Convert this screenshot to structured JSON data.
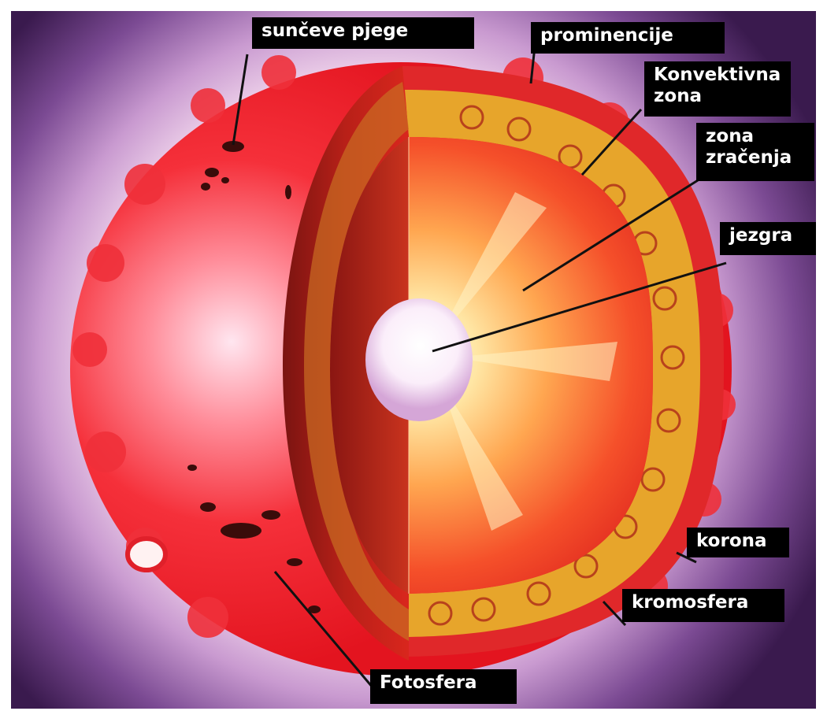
{
  "labels": {
    "sunspots": "sunčeve pjege",
    "prominences": "prominencije",
    "convective_zone": "Konvektivna\nzona",
    "radiative_zone": "zona\nzračenja",
    "core": "jezgra",
    "corona": "korona",
    "chromosphere": "kromosfera",
    "photosphere": "Fotosfera"
  },
  "colors": {
    "background_outer": "#3a1a4e",
    "glow": "#f3c8e6",
    "sun_red": "#f0202a",
    "cut_face_red": "#9e1a16",
    "convective_gold": "#e8a62a",
    "core_white": "#ffffff",
    "label_bg": "#000000",
    "label_text": "#ffffff"
  }
}
